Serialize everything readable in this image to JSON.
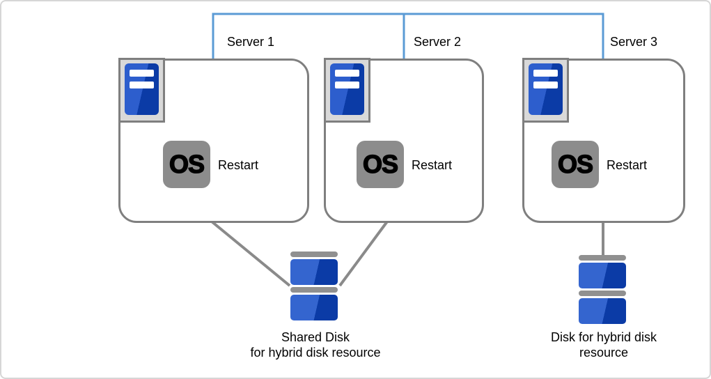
{
  "diagram": {
    "servers": [
      {
        "label": "Server 1",
        "os_label": "OS",
        "action_label": "Restart"
      },
      {
        "label": "Server 2",
        "os_label": "OS",
        "action_label": "Restart"
      },
      {
        "label": "Server 3",
        "os_label": "OS",
        "action_label": "Restart"
      }
    ],
    "shared_disk": {
      "label_line1": "Shared Disk",
      "label_line2": "for hybrid disk resource"
    },
    "hybrid_disk": {
      "label_line1": "Disk for hybrid disk",
      "label_line2": "resource"
    },
    "colors": {
      "interconnect_blue": "#5b9bd5",
      "box_border_gray": "#7f7f7f",
      "connector_gray": "#8a8a8a",
      "os_badge_gray": "#8c8c8c",
      "icon_frame_gray": "#d9d9d9",
      "device_light_blue": "#2d5ecd",
      "device_dark_blue": "#0b3ba6",
      "disk_cap_gray": "#909090"
    }
  }
}
